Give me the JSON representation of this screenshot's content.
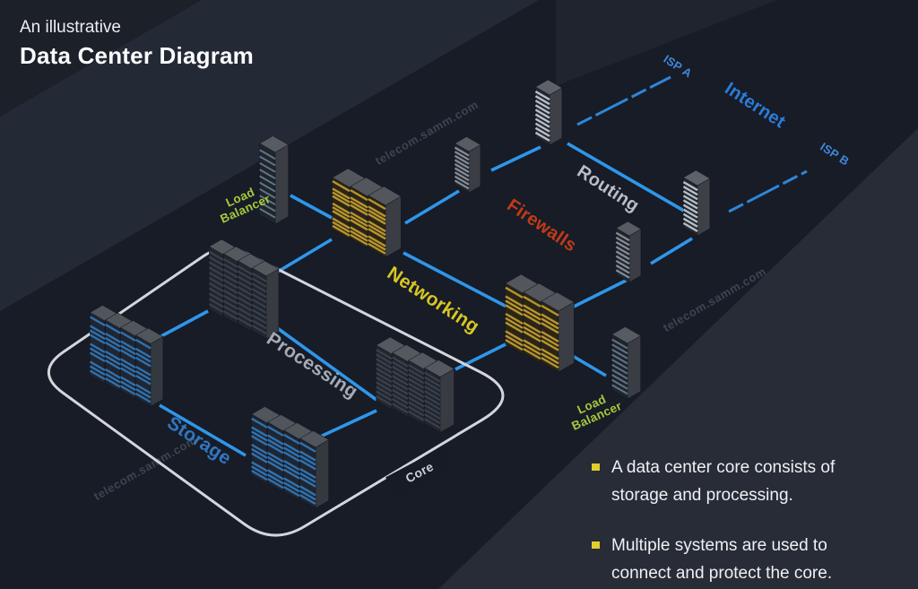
{
  "title": {
    "kicker": "An illustrative",
    "main": "Data Center Diagram"
  },
  "watermark": {
    "text": "telecom.samm.com"
  },
  "diagram": {
    "labels": {
      "load_balancer_left": "Load\nBalancer",
      "load_balancer_right": "Load\nBalancer",
      "networking": "Networking",
      "firewalls": "Firewalls",
      "routing": "Routing",
      "processing": "Processing",
      "storage": "Storage",
      "core": "Core",
      "internet": "Internet",
      "isp_a": "ISP A",
      "isp_b": "ISP B"
    }
  },
  "bullets": [
    {
      "lines": [
        "A data center core consists of",
        "storage and processing."
      ]
    },
    {
      "lines": [
        "Multiple systems are used to",
        "connect and protect the core."
      ]
    }
  ],
  "colors": {
    "connection_line": "#2f96ea",
    "isp_line": "#2e86d8",
    "core_outline": "#d3d6da",
    "watermark": "#3d4450",
    "bullet_marker": "#e2ce2a",
    "label_networking": "#d8c623",
    "label_firewalls": "#c23a16",
    "label_routing": "#b8bfc9",
    "label_processing": "#a4abb5",
    "label_storage": "#3176c0",
    "label_internet": "#2b7cd8",
    "label_isp": "#3f88dc",
    "label_load_balancer": "#a4c83c",
    "label_core": "#c9ced6",
    "rack_stripe_gold": "#b8952d",
    "rack_stripe_blue": "#2f72b0",
    "rack_stripe_light": "#b6bec8",
    "rack_stripe_dim": "#868e99",
    "rack_stripe_faint": "#394250",
    "rack_stripe_lb": "#5f7488",
    "floor": "#161b26"
  }
}
